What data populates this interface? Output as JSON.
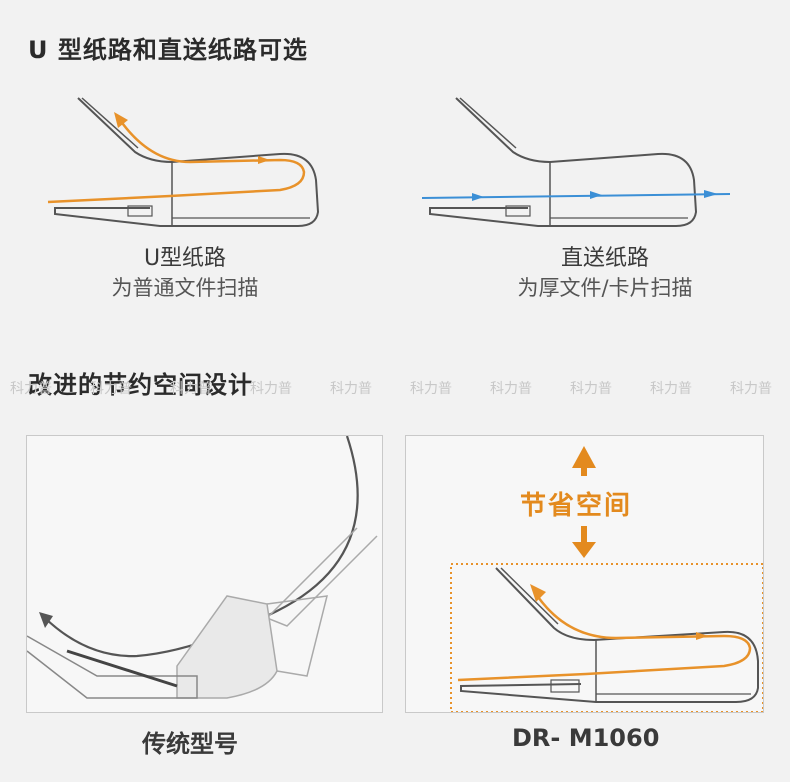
{
  "section1_title": "U 型纸路和直送纸路可选",
  "section2_title": "改进的节约空间设计",
  "u_path": {
    "label": "U型纸路",
    "desc": "为普通文件扫描"
  },
  "straight_path": {
    "label": "直送纸路",
    "desc": "为厚文件/卡片扫描"
  },
  "traditional_label": "传统型号",
  "model_label": "DR- M1060",
  "space_saving_label": "节省空间",
  "watermark_text": "科力普",
  "colors": {
    "orange": "#e8922a",
    "blue": "#3b8fd6",
    "outline": "#555555"
  }
}
